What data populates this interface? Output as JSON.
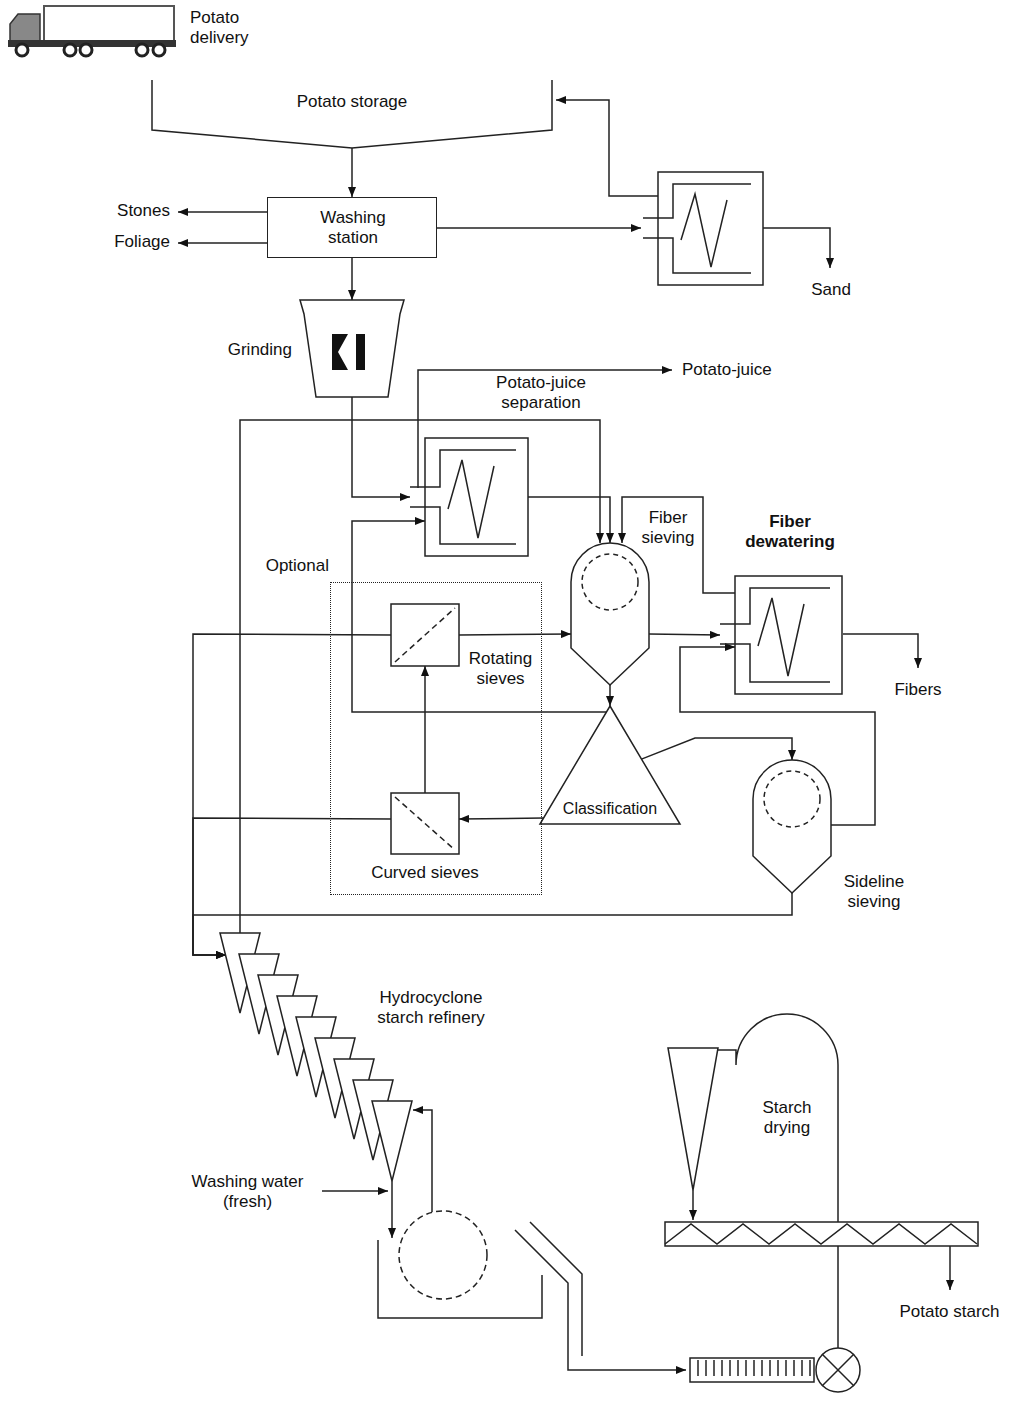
{
  "diagram": {
    "nodes": [
      {
        "text": [
          "Potato storage"
        ]
      },
      {
        "text": [
          "Washing station"
        ]
      },
      {
        "text": [
          "Grinding"
        ]
      },
      {
        "text": [
          "Potato-juice separation"
        ]
      },
      {
        "text": [
          "Fiber sieving"
        ]
      },
      {
        "text": [
          "Fiber dewatering"
        ]
      },
      {
        "text": [
          "Optional"
        ]
      },
      {
        "text": [
          "Rotating sieves"
        ],
        "in": 6
      },
      {
        "text": [
          "Curved sieves"
        ],
        "in": 6
      },
      {
        "text": [
          "Classification"
        ]
      },
      {
        "text": [
          "Sideline sieving"
        ]
      },
      {
        "text": [
          "Hydrocyclone starch refinery"
        ]
      },
      {
        "text": [
          "Starch drying"
        ]
      }
    ],
    "edges": [
      {
        "from": 0,
        "to": 1,
        "arrow": "to"
      },
      {
        "from": 1,
        "to": 2,
        "arrow": "to"
      },
      {
        "from": 2,
        "to": 3,
        "arrow": "to"
      },
      {
        "from": 3,
        "to": 4,
        "arrow": "to"
      },
      {
        "from": 4,
        "to": 9,
        "arrow": "to"
      },
      {
        "from": 4,
        "to": 5,
        "arrow": "to"
      },
      {
        "from": 5,
        "to": 4,
        "arrow": "to"
      },
      {
        "from": 9,
        "to": 8,
        "arrow": "to"
      },
      {
        "from": 8,
        "to": 7,
        "arrow": "to"
      },
      {
        "from": 7,
        "to": 4,
        "arrow": "to"
      },
      {
        "from": 9,
        "to": 3,
        "arrow": "to"
      },
      {
        "from": 9,
        "to": 10,
        "arrow": "to"
      },
      {
        "from": 10,
        "to": 5,
        "arrow": "to"
      },
      {
        "from": 10,
        "to": 11,
        "arrow": "to"
      },
      {
        "from": 7,
        "to": 11,
        "arrow": "to"
      },
      {
        "from": 8,
        "to": 11,
        "arrow": "to"
      },
      {
        "from": 11,
        "to": 4,
        "arrow": "to"
      }
    ],
    "labels": [
      "Potato delivery",
      "Stones",
      "Foliage",
      "Sand",
      "Potato-juice",
      "Fibers",
      "Washing water (fresh)",
      "Potato starch"
    ]
  }
}
